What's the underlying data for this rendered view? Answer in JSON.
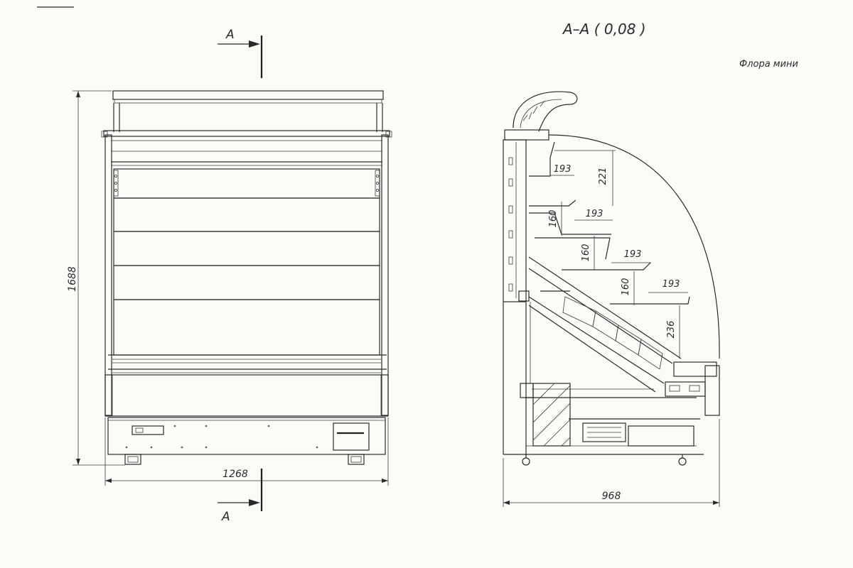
{
  "title": "А–А ( 0,08 )",
  "model": "Флора мини",
  "section_labels": {
    "top": "А",
    "bottom": "А"
  },
  "front_view": {
    "height_label": "1688",
    "width_label": "1268"
  },
  "side_view": {
    "depth_label": "968",
    "shelf_dims": [
      {
        "width": "193",
        "height": "221"
      },
      {
        "width": "193",
        "height": "160"
      },
      {
        "width": "193",
        "height": "160"
      },
      {
        "width": "193",
        "height": "160"
      }
    ],
    "base_shelf_height": "236"
  },
  "colors": {
    "line": "#2a2a2a",
    "paper": "#fbfbf8"
  }
}
